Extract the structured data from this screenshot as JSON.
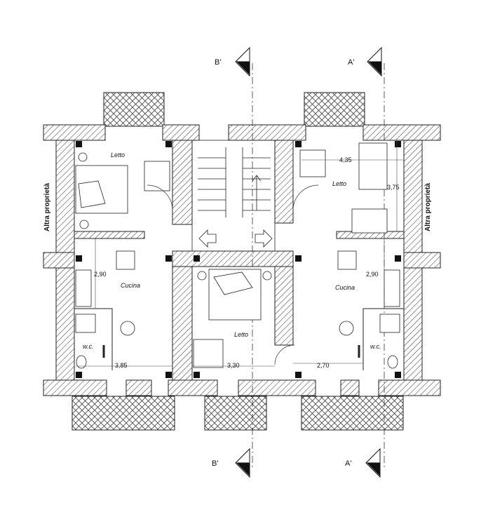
{
  "drawing": {
    "section_markers": {
      "b_top": "B'",
      "a_top": "A'",
      "b_bottom": "B'",
      "a_bottom": "A'"
    },
    "side_labels": {
      "left": "Altra proprietà",
      "right": "Altra proprietà"
    },
    "rooms": {
      "letto_left": "Letto",
      "letto_center": "Letto",
      "letto_right": "Letto",
      "cucina_left": "Cucina",
      "cucina_right": "Cucina",
      "wc_left": "w.c.",
      "wc_right": "w.c."
    },
    "dimensions": {
      "d_290_left": "2,90",
      "d_385": "3,85",
      "d_330": "3,30",
      "d_270": "2,70",
      "d_435": "4,35",
      "d_375": "3,75",
      "d_290_right": "2,90"
    }
  }
}
